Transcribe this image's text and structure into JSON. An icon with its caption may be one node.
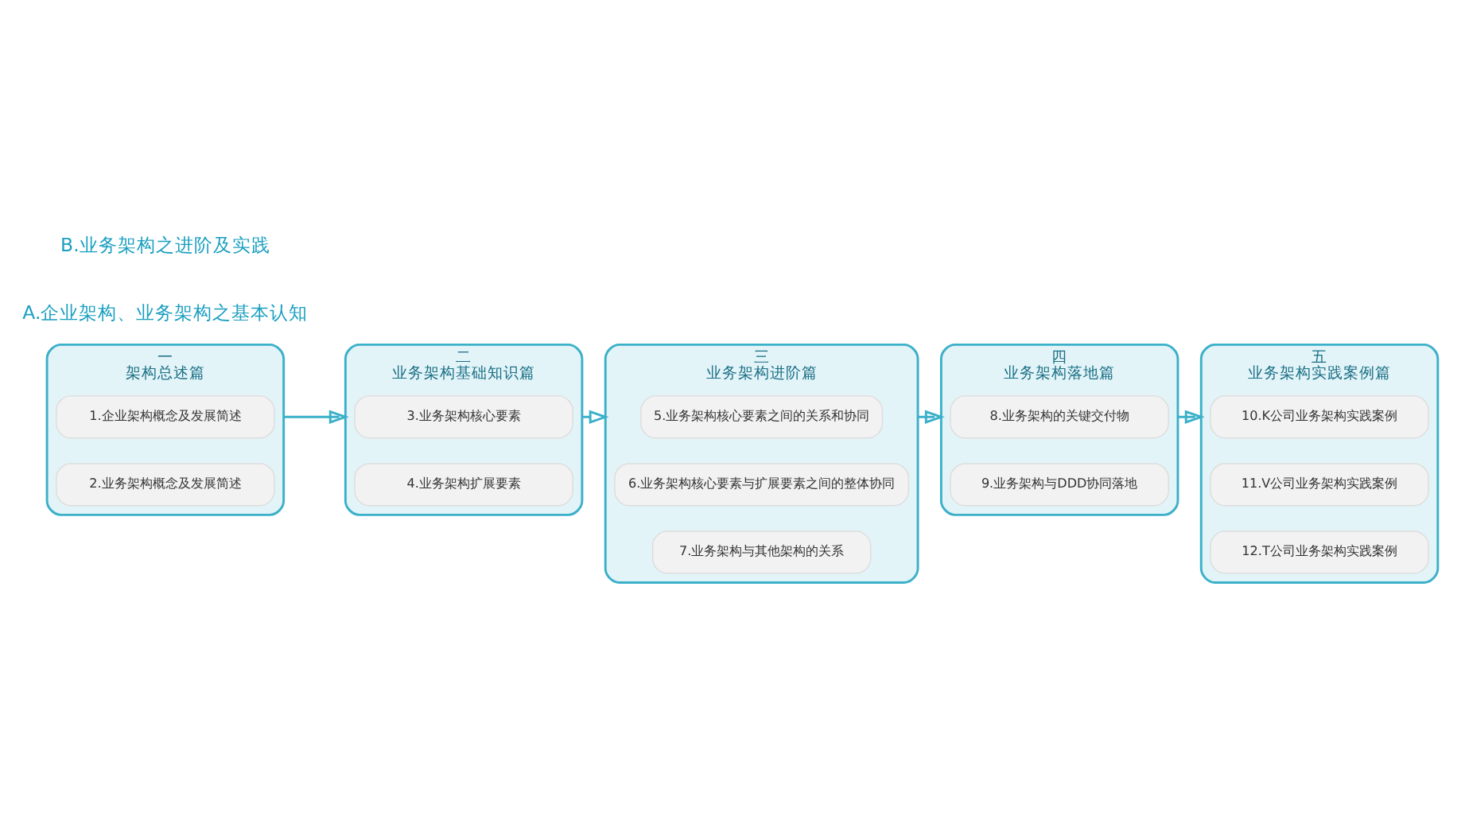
{
  "diagram": {
    "nodes": [
      {
        "text": [
          "一",
          "架构总述篇"
        ]
      },
      {
        "text": [
          "1.企业架构概念及发展简述"
        ],
        "in": 0
      },
      {
        "text": [
          "2.业务架构概念及发展简述"
        ],
        "in": 0
      },
      {
        "text": [
          "二",
          "业务架构基础知识篇"
        ]
      },
      {
        "text": [
          "3.业务架构核心要素"
        ],
        "in": 3
      },
      {
        "text": [
          "4.业务架构扩展要素"
        ],
        "in": 3
      },
      {
        "text": [
          "三",
          "业务架构进阶篇"
        ]
      },
      {
        "text": [
          "5.业务架构核心要素之间的关系和协同"
        ],
        "in": 6
      },
      {
        "text": [
          "6.业务架构核心要素与扩展要素之间的整体协同"
        ],
        "in": 6
      },
      {
        "text": [
          "7.业务架构与其他架构的关系"
        ],
        "in": 6
      },
      {
        "text": [
          "四",
          "业务架构落地篇"
        ]
      },
      {
        "text": [
          "8.业务架构的关键交付物"
        ],
        "in": 10
      },
      {
        "text": [
          "9.业务架构与DDD协同落地"
        ],
        "in": 10
      },
      {
        "text": [
          "五",
          "业务架构实践案例篇"
        ]
      },
      {
        "text": [
          "10.K公司业务架构实践案例"
        ],
        "in": 13
      },
      {
        "text": [
          "11.V公司业务架构实践案例"
        ],
        "in": 13
      },
      {
        "text": [
          "12.T公司业务架构实践案例"
        ],
        "in": 13
      }
    ],
    "edges": [
      {
        "from": 0,
        "to": 3,
        "arrow": "to"
      },
      {
        "from": 3,
        "to": 6,
        "arrow": "to"
      },
      {
        "from": 6,
        "to": 10,
        "arrow": "to"
      },
      {
        "from": 10,
        "to": 13,
        "arrow": "to"
      }
    ],
    "labels": [
      "A.企业架构、业务架构之基本认知",
      "B.业务架构之进阶及实践"
    ]
  }
}
